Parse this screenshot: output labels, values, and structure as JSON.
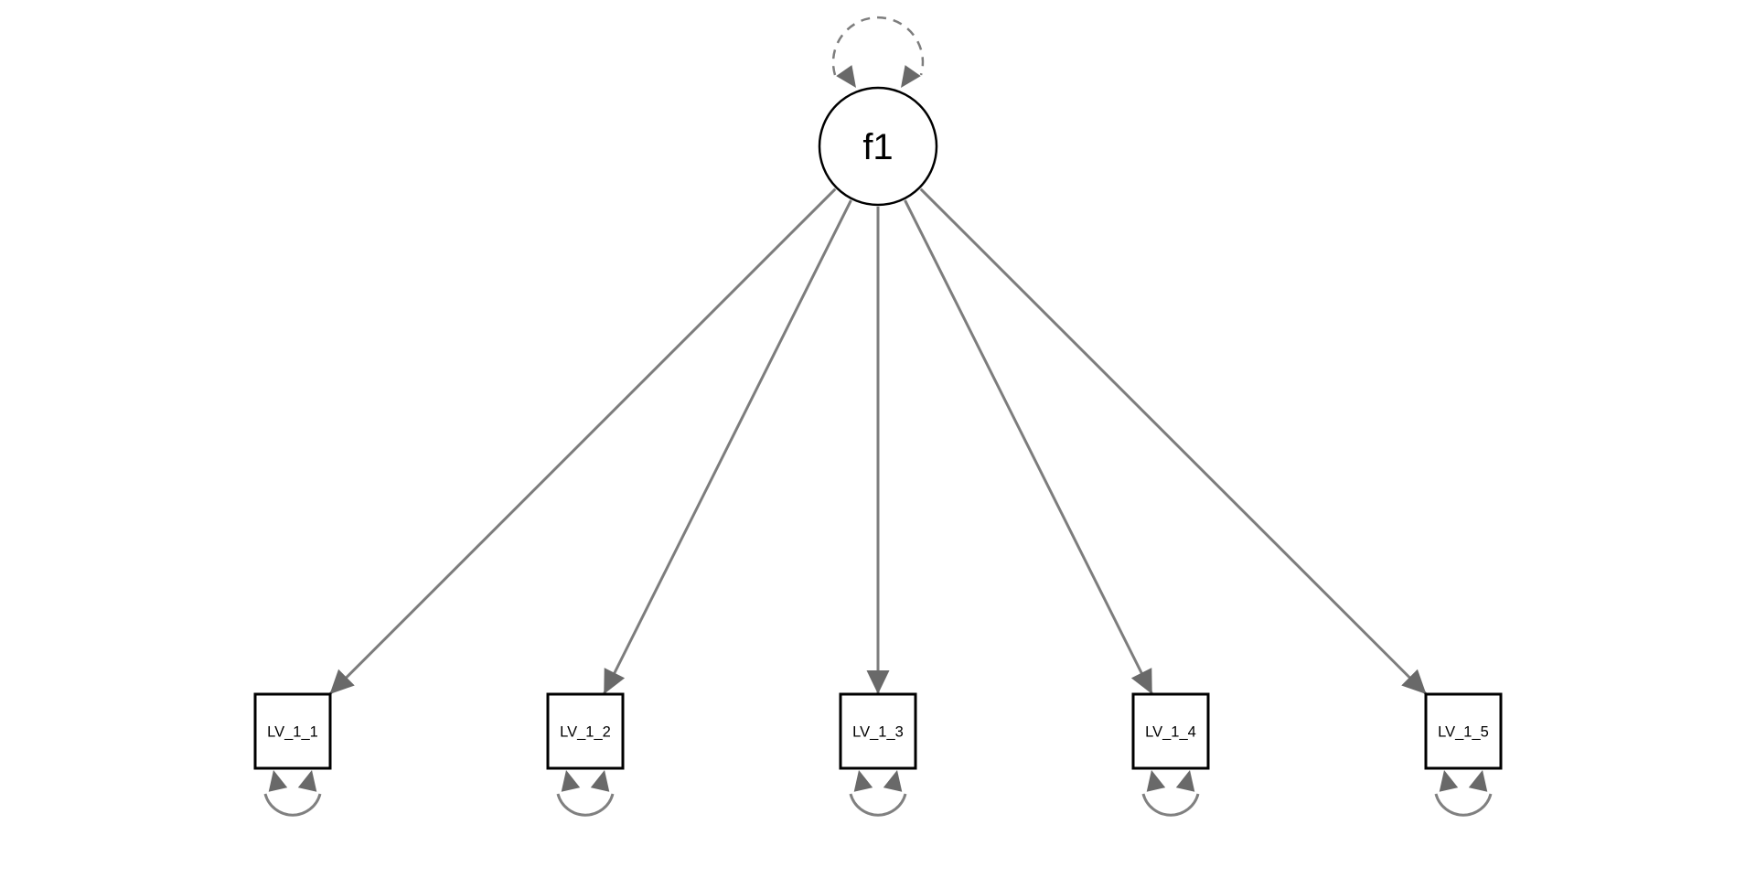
{
  "diagram": {
    "type": "sem-path-diagram",
    "background": "#ffffff",
    "latent_node": {
      "id": "f1",
      "label": "f1",
      "shape": "circle",
      "self_loop": {
        "style": "dashed",
        "arrows": "double-headed"
      }
    },
    "manifest_nodes": [
      {
        "id": "LV_1_1",
        "label": "LV_1_1",
        "shape": "square",
        "self_loop": {
          "style": "solid",
          "arrows": "double-headed"
        }
      },
      {
        "id": "LV_1_2",
        "label": "LV_1_2",
        "shape": "square",
        "self_loop": {
          "style": "solid",
          "arrows": "double-headed"
        }
      },
      {
        "id": "LV_1_3",
        "label": "LV_1_3",
        "shape": "square",
        "self_loop": {
          "style": "solid",
          "arrows": "double-headed"
        }
      },
      {
        "id": "LV_1_4",
        "label": "LV_1_4",
        "shape": "square",
        "self_loop": {
          "style": "solid",
          "arrows": "double-headed"
        }
      },
      {
        "id": "LV_1_5",
        "label": "LV_1_5",
        "shape": "square",
        "self_loop": {
          "style": "solid",
          "arrows": "double-headed"
        }
      }
    ],
    "edges": [
      {
        "from": "f1",
        "to": "LV_1_1",
        "type": "directed"
      },
      {
        "from": "f1",
        "to": "LV_1_2",
        "type": "directed"
      },
      {
        "from": "f1",
        "to": "LV_1_3",
        "type": "directed"
      },
      {
        "from": "f1",
        "to": "LV_1_4",
        "type": "directed"
      },
      {
        "from": "f1",
        "to": "LV_1_5",
        "type": "directed"
      }
    ],
    "colors": {
      "node_fill": "#ffffff",
      "node_stroke": "#000000",
      "edge_line": "#7d7d7d",
      "arrowhead": "#696969",
      "loop_line": "#808080",
      "label_text": "#000000"
    }
  }
}
